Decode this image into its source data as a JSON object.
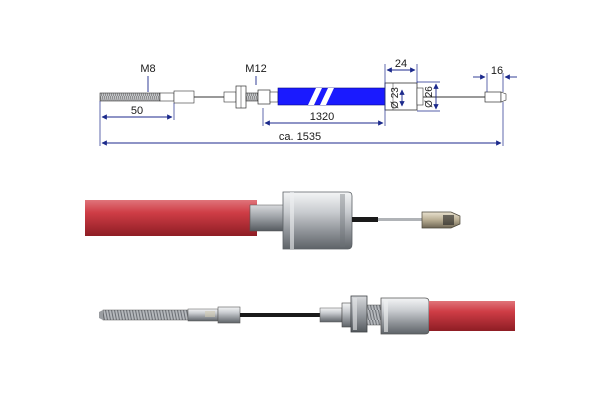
{
  "diagram": {
    "labels": {
      "thread_small": "M8",
      "thread_large": "M12",
      "length_thread": "50",
      "length_conduit": "1320",
      "length_total": "ca. 1535",
      "width_sleeve": "24",
      "length_end_nipple": "16",
      "diameter_inner": "Ø 23",
      "diameter_outer": "Ø 26"
    },
    "colors": {
      "dimension_line": "#1c2a8c",
      "conduit_blue": "#1a1aff",
      "cable_red": "#c8313a",
      "metal": "#b9bcc0",
      "inner_cable": "#1a1a1a"
    }
  }
}
